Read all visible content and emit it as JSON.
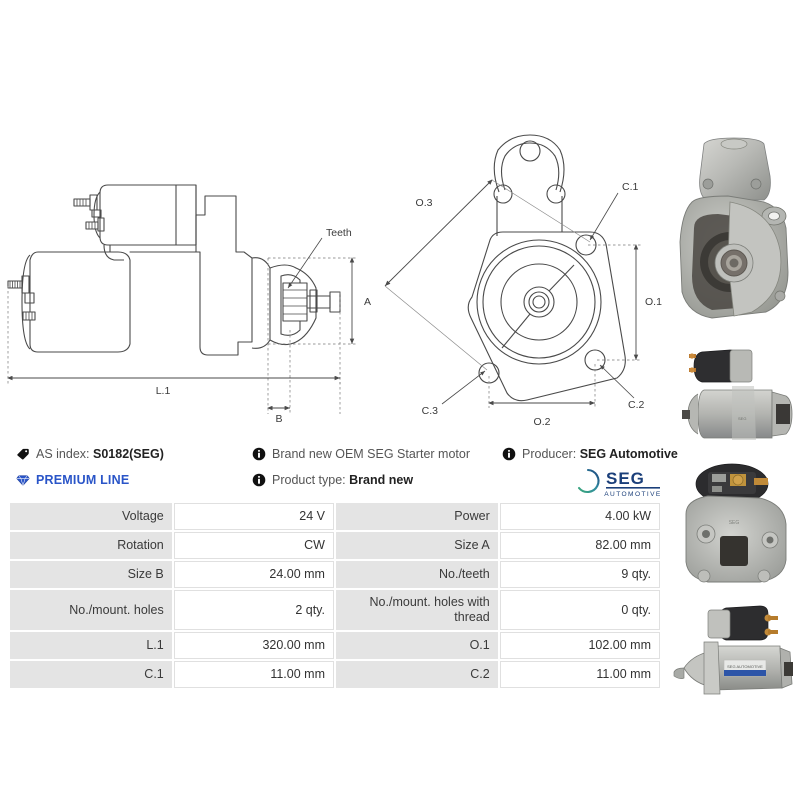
{
  "drawings": {
    "side_view": {
      "name": "starter-motor-side-view",
      "labels": {
        "teeth": "Teeth",
        "length": "L.1",
        "height": "A",
        "width": "B"
      }
    },
    "front_view": {
      "name": "starter-motor-front-view",
      "labels": {
        "diag": "O.3",
        "c1": "C.1",
        "o1": "O.1",
        "c2": "C.2",
        "c3": "C.3",
        "o2": "O.2"
      }
    }
  },
  "info": {
    "as_index_label": "AS index:",
    "as_index_value": "S0182(SEG)",
    "premium_line": "PREMIUM LINE",
    "description": "Brand new OEM SEG Starter motor",
    "product_type_label": "Product type:",
    "product_type_value": "Brand new",
    "producer_label": "Producer:",
    "producer_value": "SEG Automotive",
    "brand_logo_text": "SEG",
    "brand_logo_sub": "AUTOMOTIVE"
  },
  "spec_table": {
    "rows": [
      {
        "label_left": "Voltage",
        "value_left": "24 V",
        "label_right": "Power",
        "value_right": "4.00 kW"
      },
      {
        "label_left": "Rotation",
        "value_left": "CW",
        "label_right": "Size A",
        "value_right": "82.00 mm"
      },
      {
        "label_left": "Size B",
        "value_left": "24.00 mm",
        "label_right": "No./teeth",
        "value_right": "9 qty."
      },
      {
        "label_left": "No./mount. holes",
        "value_left": "2 qty.",
        "label_right": "No./mount. holes with thread",
        "value_right": "0 qty."
      },
      {
        "label_left": "L.1",
        "value_left": "320.00 mm",
        "label_right": "O.1",
        "value_right": "102.00 mm"
      },
      {
        "label_left": "C.1",
        "value_left": "11.00 mm",
        "label_right": "C.2",
        "value_right": "11.00 mm"
      }
    ]
  },
  "photos": [
    {
      "name": "photo-starter-drive-end-front"
    },
    {
      "name": "photo-starter-side-with-solenoid"
    },
    {
      "name": "photo-starter-commutator-end"
    },
    {
      "name": "photo-starter-angled-view"
    }
  ],
  "colors": {
    "premium_blue": "#2a55c8",
    "seg_blue": "#1b3f7a",
    "seg_green": "#3aa87b",
    "table_label_bg": "#e4e4e4",
    "line": "#4a4a4a"
  }
}
